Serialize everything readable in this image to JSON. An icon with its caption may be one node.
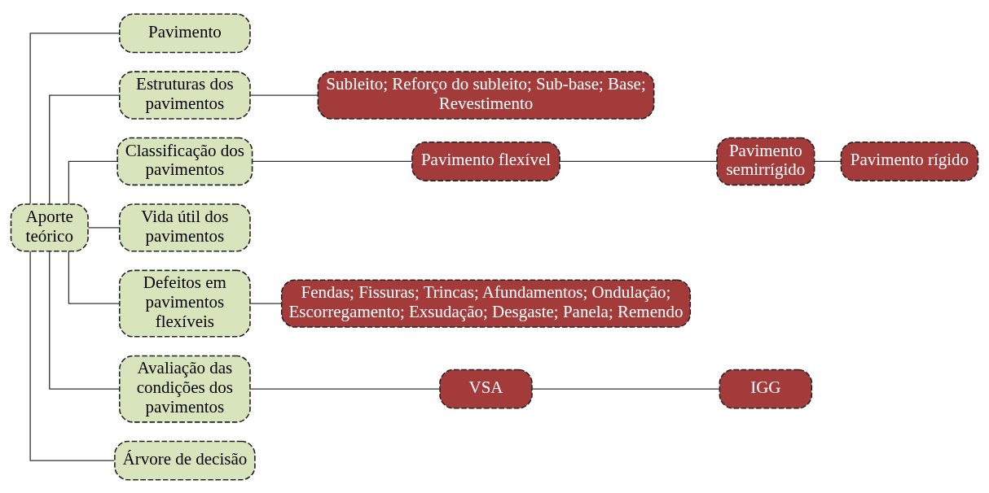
{
  "diagram": {
    "nodes": [
      {
        "text": [
          "Aporte teórico"
        ]
      },
      {
        "text": [
          "Pavimento"
        ]
      },
      {
        "text": [
          "Estruturas dos pavimentos"
        ]
      },
      {
        "text": [
          "Classificação dos pavimentos"
        ]
      },
      {
        "text": [
          "Vida útil dos pavimentos"
        ]
      },
      {
        "text": [
          "Defeitos em pavimentos flexíveis"
        ]
      },
      {
        "text": [
          "Avaliação das condições dos pavimentos"
        ]
      },
      {
        "text": [
          "Árvore de decisão"
        ]
      },
      {
        "text": [
          "Subleito; Reforço do subleito; Sub-base; Base; Revestimento"
        ]
      },
      {
        "text": [
          "Pavimento flexível"
        ]
      },
      {
        "text": [
          "Pavimento semirrígido"
        ]
      },
      {
        "text": [
          "Pavimento rígido"
        ]
      },
      {
        "text": [
          "Fendas; Fissuras; Trincas; Afundamentos; Ondulação; Escorregamento; Exsudação; Desgaste; Panela; Remendo"
        ]
      },
      {
        "text": [
          "VSA"
        ]
      },
      {
        "text": [
          "IGG"
        ]
      }
    ],
    "edges": [
      {
        "from": 0,
        "to": 1,
        "arrow": "none"
      },
      {
        "from": 0,
        "to": 2,
        "arrow": "none"
      },
      {
        "from": 0,
        "to": 3,
        "arrow": "none"
      },
      {
        "from": 0,
        "to": 4,
        "arrow": "none"
      },
      {
        "from": 0,
        "to": 5,
        "arrow": "none"
      },
      {
        "from": 0,
        "to": 6,
        "arrow": "none"
      },
      {
        "from": 0,
        "to": 7,
        "arrow": "none"
      },
      {
        "from": 2,
        "to": 8,
        "arrow": "none"
      },
      {
        "from": 3,
        "to": 9,
        "arrow": "none"
      },
      {
        "from": 9,
        "to": 10,
        "arrow": "none"
      },
      {
        "from": 10,
        "to": 11,
        "arrow": "none"
      },
      {
        "from": 5,
        "to": 12,
        "arrow": "none"
      },
      {
        "from": 6,
        "to": 13,
        "arrow": "none"
      },
      {
        "from": 13,
        "to": 14,
        "arrow": "none"
      }
    ]
  }
}
